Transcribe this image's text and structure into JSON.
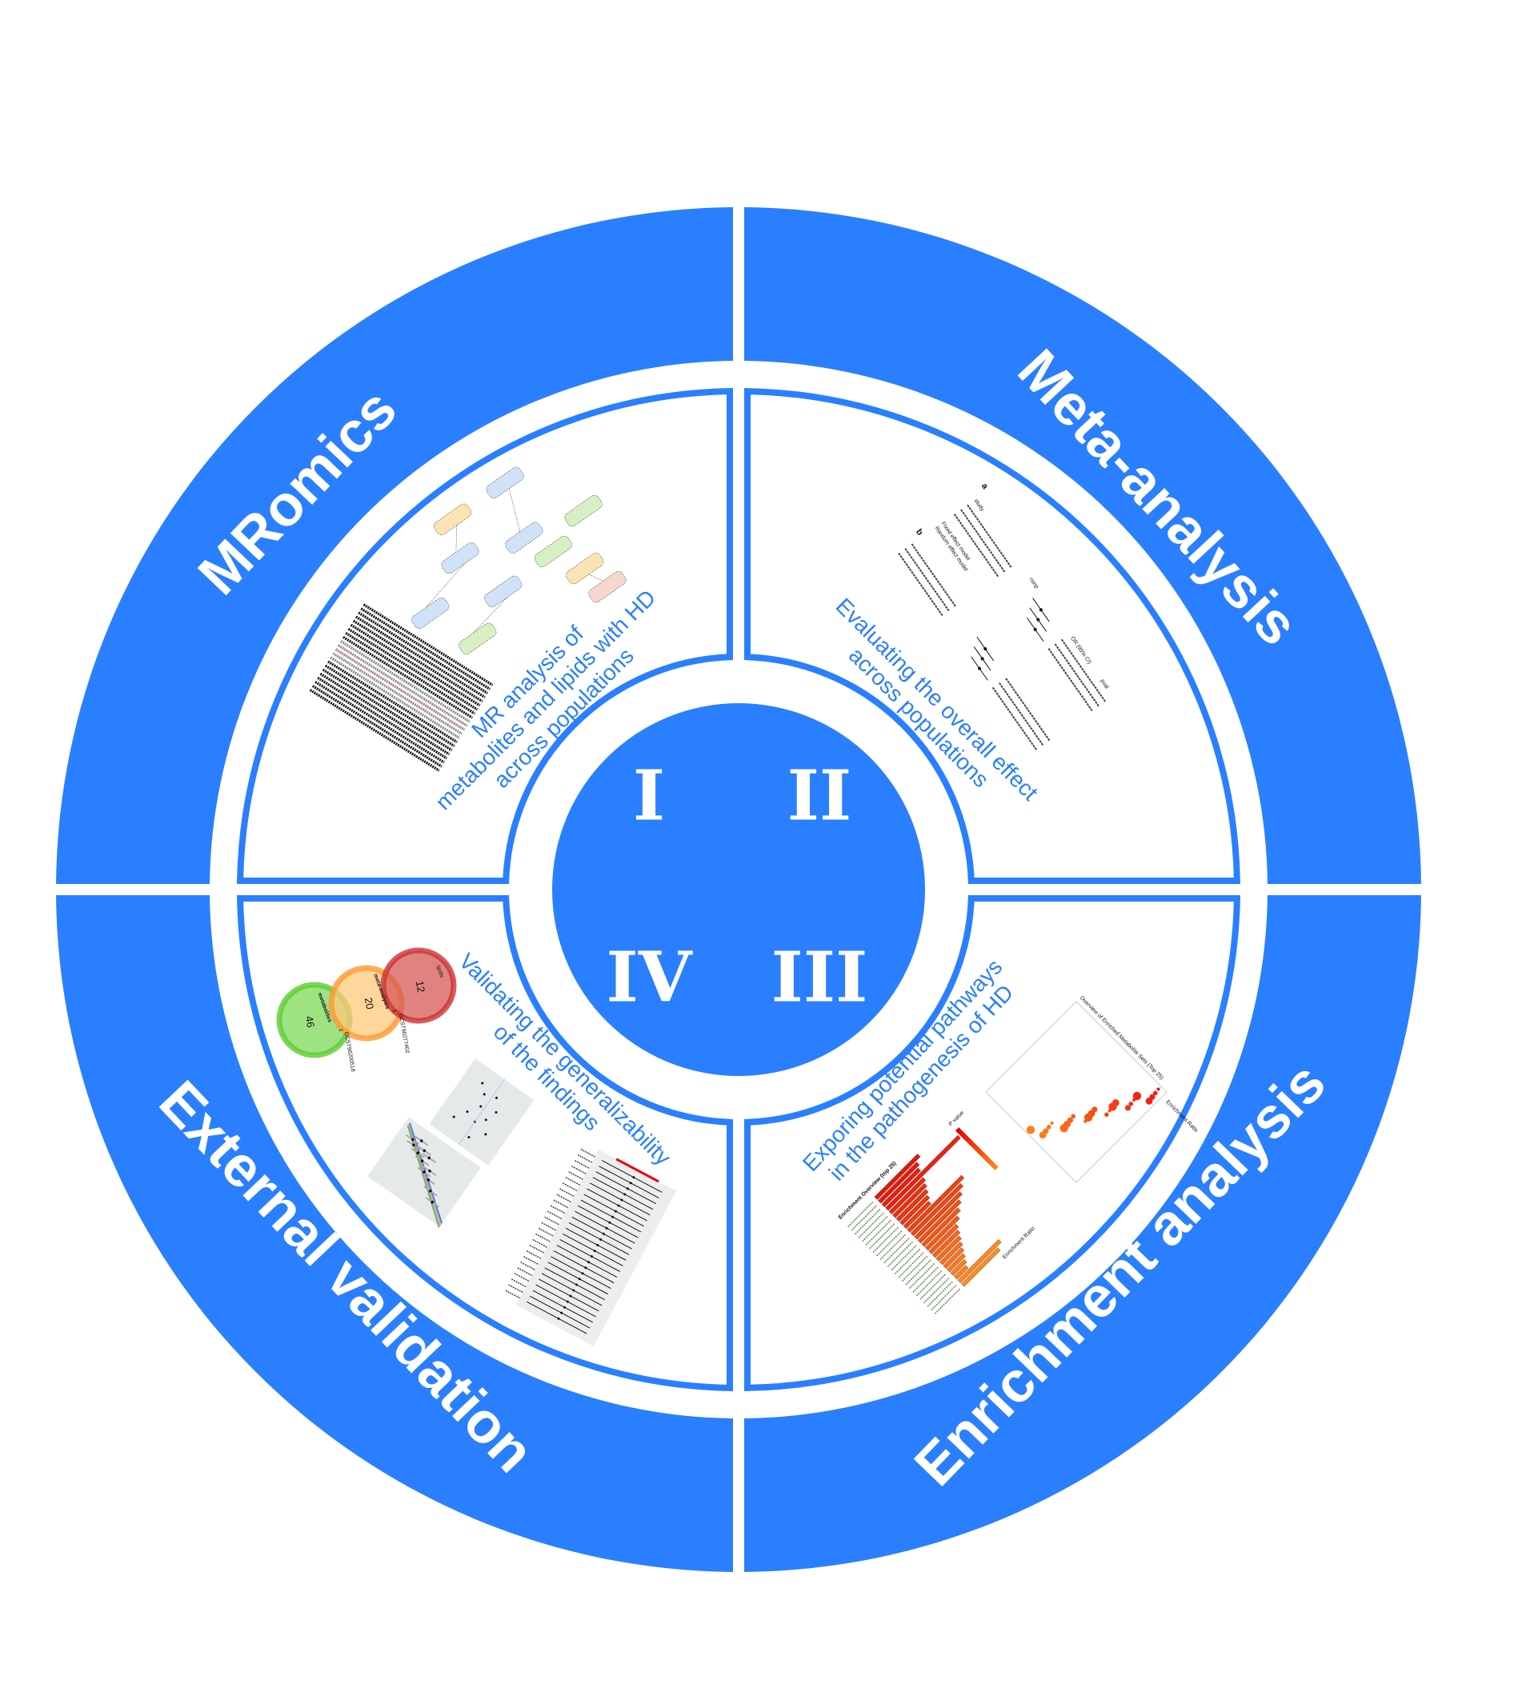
{
  "colors": {
    "accent": "#2a7fff",
    "background": "#ffffff"
  },
  "ring": {
    "mromics": "MRomics",
    "meta": "Meta-analysis",
    "enrichment": "Enrichment analysis",
    "external": "External validation"
  },
  "center": {
    "q1": "I",
    "q2": "II",
    "q3": "III",
    "q4": "IV"
  },
  "panels": {
    "q1": {
      "lines": [
        "MR analysis of",
        "metabolites and lipids with HD",
        "across populations"
      ]
    },
    "q2": {
      "lines": [
        "Evaluating the overall effect",
        "across populations"
      ],
      "forest": {
        "label_a": "a",
        "label_b": "b",
        "col_study": "study",
        "col_nsnp": "nsnp",
        "col_or": "OR (95% CI)",
        "col_pval": "pval",
        "fixed": "Fixed effect model",
        "random": "Random effect model"
      }
    },
    "q3": {
      "lines": [
        "Exporing potential pathways",
        "in the pathogenesis of HD"
      ],
      "bar_title": "Enrichment Overview (top 25)",
      "bar_xlabel": "Enrichment Ratio",
      "bar_legend": "P value",
      "dot_title": "Overview of Enriched Metabolite Sets (Top 25)",
      "dot_legend": "Enrichment Ratio"
    },
    "q4": {
      "lines": [
        "Validating the generalizability",
        "of the findings"
      ],
      "venn": {
        "sets": [
          "metabolites",
          "meta-analysis",
          "lipids"
        ],
        "counts": [
          "46",
          "20",
          "12"
        ],
        "overlaps": [
          "1",
          "1"
        ],
        "overlap_ids": [
          "GCST90200518",
          "GCST90277402"
        ]
      }
    }
  }
}
